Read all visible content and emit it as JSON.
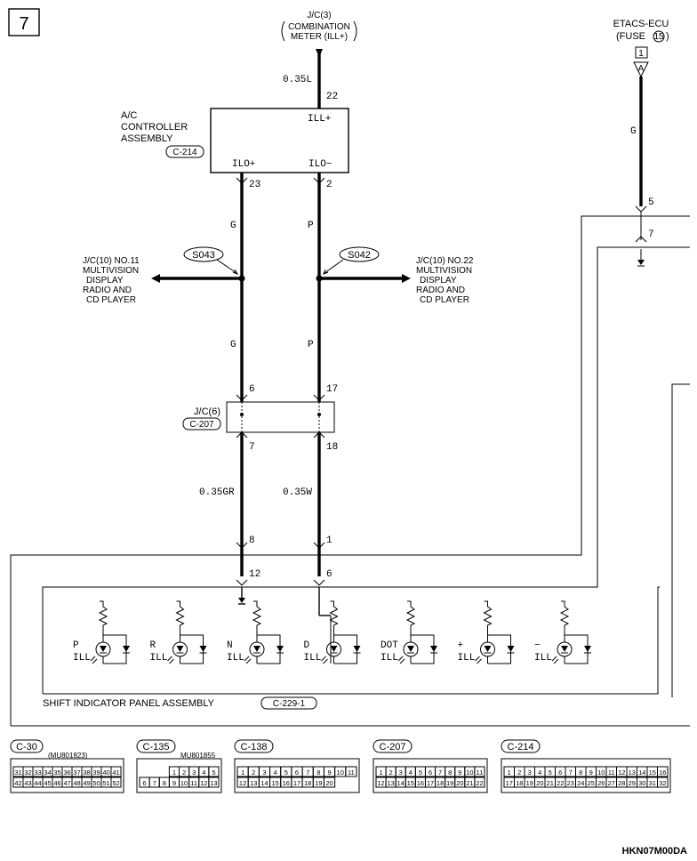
{
  "diagram": {
    "page_number": "7",
    "top_source": {
      "line1": "J/C(3)",
      "line2": "COMBINATION",
      "line3": "METER (ILL+)"
    },
    "etacs": {
      "title": "ETACS-ECU",
      "fuse": "(FUSE ",
      "fuse_num": "15",
      "fuse_close": ")",
      "pin": "1",
      "conn_letter": "A"
    },
    "ac_controller": {
      "line1": "A/C",
      "line2": "CONTROLLER",
      "line3": "ASSEMBLY",
      "connector": "C-214",
      "pin_ill_plus": "ILL+",
      "pin_ilo_plus": "ILO+",
      "pin_ilo_minus": "ILO−"
    },
    "wire_labels": {
      "w035l": "0.35L",
      "pin22": "22",
      "pin23": "23",
      "pin2": "2",
      "g1": "G",
      "p1": "P",
      "g2": "G",
      "p2": "P",
      "pin6": "6",
      "pin17": "17",
      "pin7": "7",
      "pin18": "18",
      "w035gr": "0.35GR",
      "w035w": "0.35W",
      "pin8": "8",
      "pin1": "1",
      "pin12": "12",
      "pin6b": "6",
      "etacs_g": "G",
      "etacs_pin5": "5",
      "etacs_pin7": "7"
    },
    "splices": {
      "left": "S043",
      "right": "S042"
    },
    "left_dest": {
      "l1": "J/C(10) NO.11",
      "l2": "MULTIVISION",
      "l3": "DISPLAY",
      "l4": "RADIO AND",
      "l5": "CD PLAYER"
    },
    "right_dest": {
      "l1": "J/C(10) NO.22",
      "l2": "MULTIVISION",
      "l3": "DISPLAY",
      "l4": "RADIO AND",
      "l5": "CD PLAYER"
    },
    "jc6": {
      "label": "J/C(6)",
      "connector": "C-207"
    },
    "shift_panel": {
      "label": "SHIFT INDICATOR PANEL ASSEMBLY",
      "connector": "C-229-1"
    },
    "indicators": [
      {
        "top": "P",
        "bottom": "ILL"
      },
      {
        "top": "R",
        "bottom": "ILL"
      },
      {
        "top": "N",
        "bottom": "ILL"
      },
      {
        "top": "D",
        "bottom": "ILL"
      },
      {
        "top": "DOT",
        "bottom": "ILL"
      },
      {
        "top": "+",
        "bottom": "ILL"
      },
      {
        "top": "−",
        "bottom": "ILL"
      }
    ],
    "connectors": [
      {
        "name": "C-30",
        "part": "(MU801823)",
        "row1": [
          "31",
          "32",
          "33",
          "34",
          "35",
          "36",
          "37",
          "38",
          "39",
          "40",
          "41"
        ],
        "row2": [
          "42",
          "43",
          "44",
          "45",
          "46",
          "47",
          "48",
          "49",
          "50",
          "51",
          "52"
        ]
      },
      {
        "name": "C-135",
        "part": "MU801855",
        "row1": [
          "1",
          "2",
          "3",
          "4",
          "5"
        ],
        "row2": [
          "6",
          "7",
          "8",
          "9",
          "10",
          "11",
          "12",
          "13"
        ]
      },
      {
        "name": "C-138",
        "part": "",
        "row1": [
          "1",
          "2",
          "3",
          "4",
          "5",
          "6",
          "7",
          "8",
          "9",
          "10",
          "11"
        ],
        "row2": [
          "12",
          "13",
          "14",
          "15",
          "16",
          "17",
          "18",
          "19",
          "20"
        ]
      },
      {
        "name": "C-207",
        "part": "",
        "row1": [
          "1",
          "2",
          "3",
          "4",
          "5",
          "6",
          "7",
          "8",
          "9",
          "10",
          "11"
        ],
        "row2": [
          "12",
          "13",
          "14",
          "15",
          "16",
          "17",
          "18",
          "19",
          "20",
          "21",
          "22"
        ]
      },
      {
        "name": "C-214",
        "part": "",
        "row1": [
          "1",
          "2",
          "3",
          "4",
          "5",
          "6",
          "7",
          "8",
          "9",
          "10",
          "11",
          "12",
          "13",
          "14",
          "15",
          "16"
        ],
        "row2": [
          "17",
          "18",
          "19",
          "20",
          "21",
          "22",
          "23",
          "24",
          "25",
          "26",
          "27",
          "28",
          "29",
          "30",
          "31",
          "32"
        ]
      }
    ],
    "figure_code": "HKN07M00DA"
  }
}
